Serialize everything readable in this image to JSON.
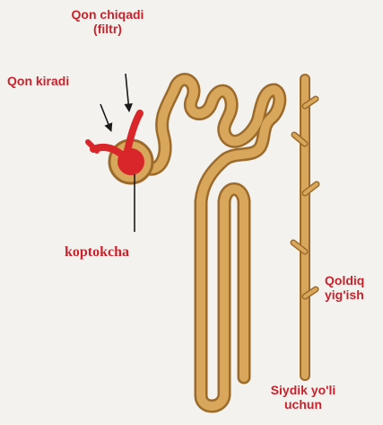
{
  "labels": {
    "blood_out_line1": "Qon chiqadi",
    "blood_out_line2": "(filtr)",
    "blood_in": "Qon kiradi",
    "glomerulus": "koptokcha",
    "remainder_line1": "Qoldiq",
    "remainder_line2": "yig'ish",
    "urine_line1": "Siydik yo'li",
    "urine_line2": "uchun"
  },
  "colors": {
    "tubule_fill": "#d9a75b",
    "tubule_edge": "#9c6a2a",
    "capsule_blood": "#d9262a",
    "label_red": "#c8232c",
    "label_black": "#1a1a1a",
    "background": "#f3f2ef"
  }
}
